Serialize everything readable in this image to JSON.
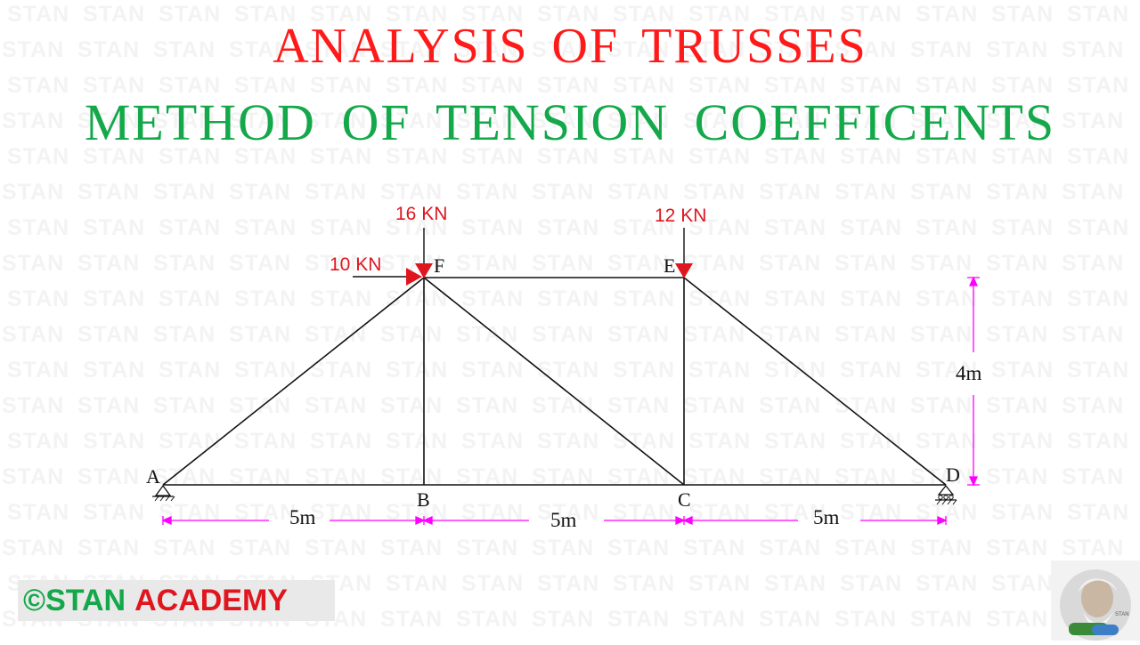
{
  "title": "ANALYSIS OF TRUSSES",
  "subtitle": "METHOD OF TENSION COEFFICENTS",
  "watermark_word": "STAN",
  "nodes": {
    "A": "A",
    "B": "B",
    "C": "C",
    "D": "D",
    "E": "E",
    "F": "F"
  },
  "loads": {
    "f_vertical": "16 KN",
    "f_horizontal": "10 KN",
    "e_vertical": "12 KN"
  },
  "dimensions": {
    "span_ab": "5m",
    "span_bc": "5m",
    "span_cd": "5m",
    "height": "4m"
  },
  "logo": {
    "copyright": "©",
    "stan": "STAN",
    "academy": "ACADEMY"
  },
  "avatar_caption": "STAN",
  "colors": {
    "title": "#ff1a1a",
    "subtitle": "#13a84a",
    "load_arrow": "#e0161f",
    "dimension": "#ff00ff",
    "member": "#111111"
  }
}
